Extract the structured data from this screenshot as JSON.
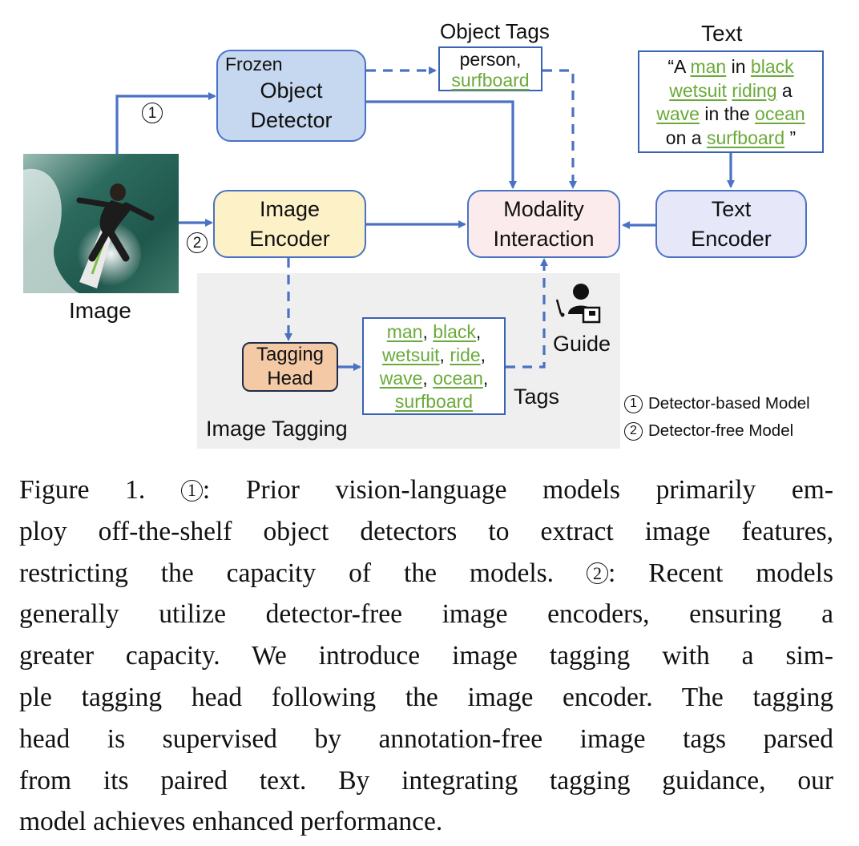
{
  "diagram": {
    "frozen_label": "Frozen",
    "object_detector": [
      "Object",
      "Detector"
    ],
    "object_tags_title": "Object Tags",
    "object_tags": [
      [
        {
          "t": "person",
          "g": false
        },
        {
          "t": ",",
          "g": false
        }
      ],
      [
        {
          "t": "surfboard",
          "g": true
        }
      ]
    ],
    "text_title": "Text",
    "text_lines": [
      [
        {
          "t": "“A ",
          "g": false
        },
        {
          "t": "man",
          "g": true
        },
        {
          "t": " in ",
          "g": false
        },
        {
          "t": "black",
          "g": true
        }
      ],
      [
        {
          "t": "wetsuit",
          "g": true
        },
        {
          "t": " ",
          "g": false
        },
        {
          "t": "riding",
          "g": true
        },
        {
          "t": " a",
          "g": false
        }
      ],
      [
        {
          "t": "wave",
          "g": true
        },
        {
          "t": " in the ",
          "g": false
        },
        {
          "t": "ocean",
          "g": true
        }
      ],
      [
        {
          "t": "on a ",
          "g": false
        },
        {
          "t": "surfboard",
          "g": true
        },
        {
          "t": " ”",
          "g": false
        }
      ]
    ],
    "marker_1": "1",
    "marker_2": "2",
    "image_label": "Image",
    "image_encoder": [
      "Image",
      "Encoder"
    ],
    "modality_interaction": [
      "Modality",
      "Interaction"
    ],
    "text_encoder": [
      "Text",
      "Encoder"
    ],
    "tagging_head": [
      "Tagging",
      "Head"
    ],
    "tags_list": [
      [
        {
          "t": "man",
          "g": true
        },
        {
          "t": ", ",
          "g": false
        },
        {
          "t": "black",
          "g": true
        },
        {
          "t": ",",
          "g": false
        }
      ],
      [
        {
          "t": "wetsuit",
          "g": true
        },
        {
          "t": ", ",
          "g": false
        },
        {
          "t": "ride",
          "g": true
        },
        {
          "t": ",",
          "g": false
        }
      ],
      [
        {
          "t": "wave",
          "g": true
        },
        {
          "t": ", ",
          "g": false
        },
        {
          "t": "ocean",
          "g": true
        },
        {
          "t": ",",
          "g": false
        }
      ],
      [
        {
          "t": "surfboard",
          "g": true
        }
      ]
    ],
    "tags_label": "Tags",
    "guide_label": "Guide",
    "image_tagging_label": "Image Tagging",
    "legend": [
      {
        "marker": "1",
        "text": "Detector-based Model"
      },
      {
        "marker": "2",
        "text": "Detector-free Model"
      }
    ],
    "colors": {
      "arrow": "#4a72c4",
      "tag_green": "#6aaa3a",
      "accent_orange": "#e0764a",
      "detector_fill": "#c6d8ef",
      "encoder_fill": "#fdf1c8",
      "modality_fill": "#fcebec",
      "text_encoder_fill": "#e7e7fa",
      "tagging_head_fill": "#f4c9a6",
      "tagging_region_fill": "#efefef"
    }
  },
  "caption": {
    "lines": [
      [
        "Figure 1. ",
        {
          "marker": "1"
        },
        ":  Prior vision-language models primarily em-"
      ],
      [
        "ploy off-the-shelf object detectors to extract image features,"
      ],
      [
        "restricting the capacity of the models.  ",
        {
          "marker": "2"
        },
        ": Recent models"
      ],
      [
        "generally utilize detector-free image encoders, ensuring a"
      ],
      [
        "greater capacity.  We introduce image tagging with a sim-"
      ],
      [
        "ple tagging head following the image encoder. The tagging"
      ],
      [
        "head is supervised by annotation-free image tags parsed"
      ],
      [
        "from its paired text.  By integrating tagging guidance, our"
      ],
      [
        "model achieves enhanced performance."
      ]
    ]
  }
}
